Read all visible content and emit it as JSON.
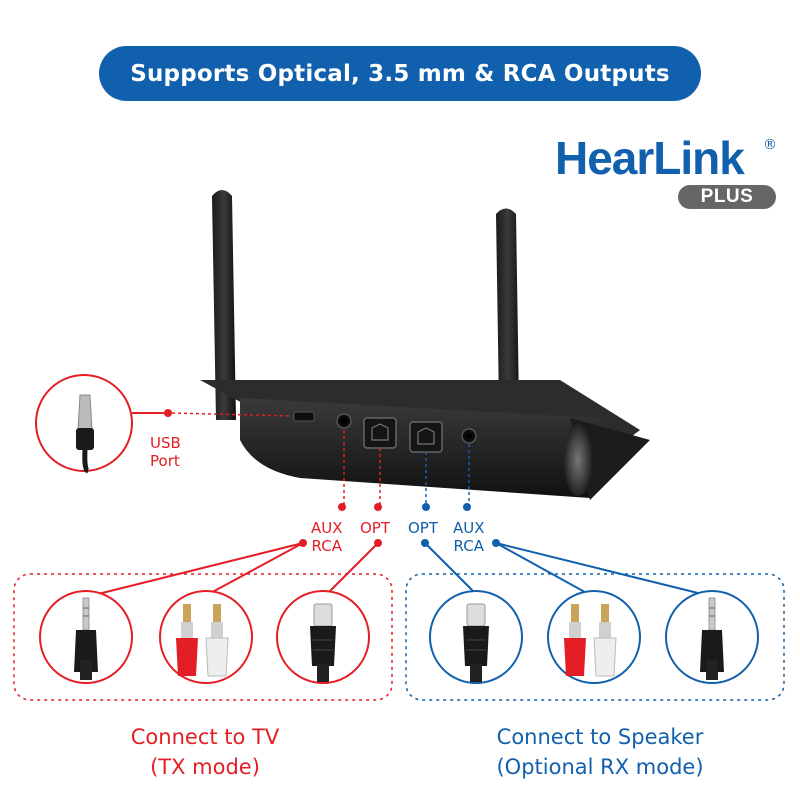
{
  "banner": {
    "text": "Supports Optical, 3.5 mm & RCA Outputs"
  },
  "brand": {
    "name": "HearLink",
    "registered": "®",
    "badge": "PLUS"
  },
  "device": {
    "usb_port_label_1": "USB",
    "usb_port_label_2": "Port",
    "tx_ports": {
      "aux_label": "AUX",
      "rca_label": "RCA",
      "opt_label": "OPT"
    },
    "rx_ports": {
      "opt_label": "OPT",
      "aux_label": "AUX",
      "rca_label": "RCA"
    }
  },
  "tx_group": {
    "caption_line1": "Connect to TV",
    "caption_line2": "(TX mode)"
  },
  "rx_group": {
    "caption_line1": "Connect to Speaker",
    "caption_line2": "(Optional RX mode)"
  },
  "colors": {
    "brand_blue": "#1160ad",
    "tx_red": "#e31e24",
    "plus_gray": "#666666"
  },
  "icons": {
    "tx_connectors": [
      "aux-3.5mm-plug-icon",
      "rca-plugs-icon",
      "optical-plug-icon"
    ],
    "rx_connectors": [
      "optical-plug-icon",
      "rca-plugs-icon",
      "aux-3.5mm-plug-icon"
    ],
    "usb": "micro-usb-cable-icon"
  }
}
